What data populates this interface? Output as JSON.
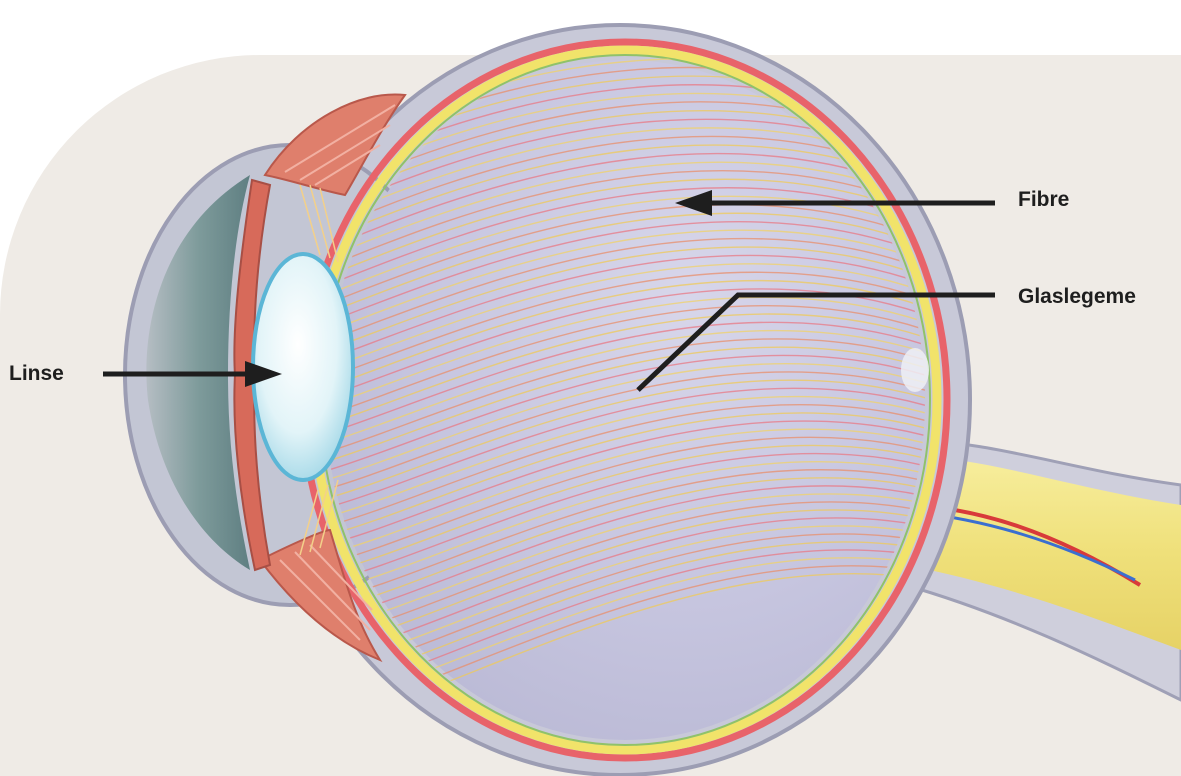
{
  "labels": {
    "fibre": "Fibre",
    "glaslegeme": "Glaslegeme",
    "linse": "Linse"
  },
  "colors": {
    "background_panel": "#efebe6",
    "sclera": "#c8c9d8",
    "vitreous": "#c9c8e0",
    "retina_red": "#e8636a",
    "retina_yellow": "#f1e36a",
    "lens": "#dcf1f6",
    "optic_nerve": "#f3e58a",
    "iris_muscle": "#df7f6c",
    "arrow": "#1e1e1e"
  }
}
